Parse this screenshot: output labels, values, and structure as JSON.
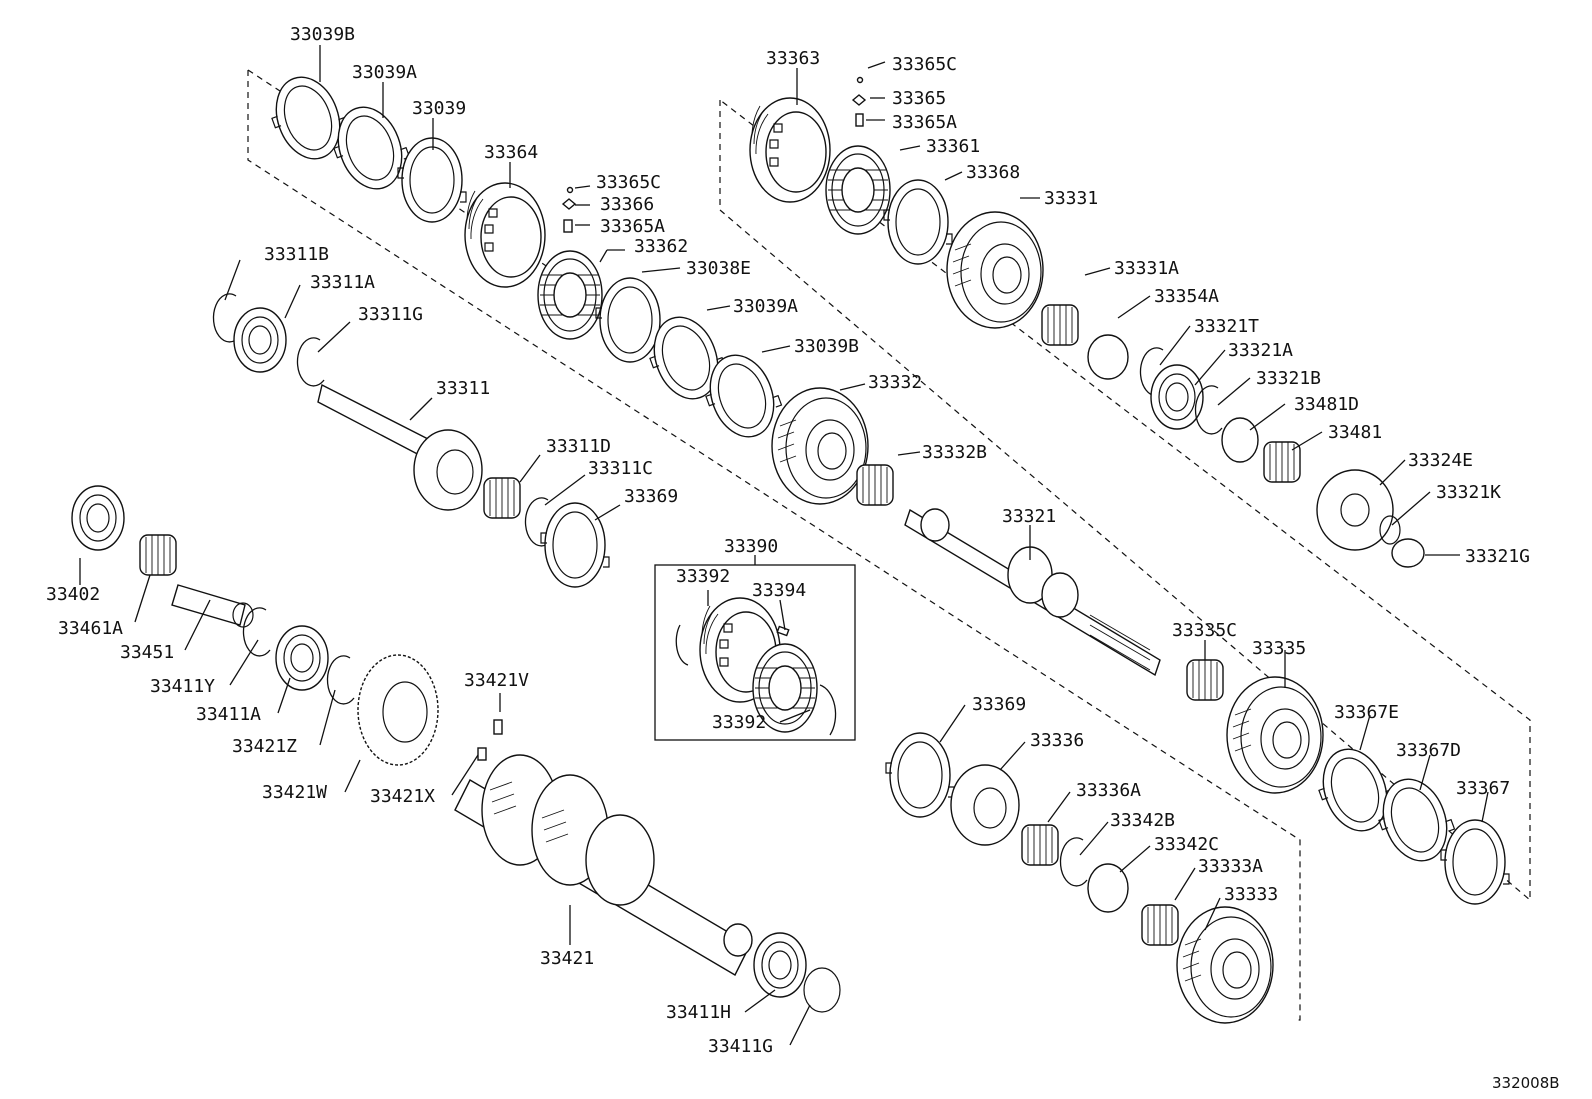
{
  "diagram": {
    "doc_code": "332008B",
    "labels": [
      {
        "id": "33039B_a",
        "text": "33039B"
      },
      {
        "id": "33039A_a",
        "text": "33039A"
      },
      {
        "id": "33039",
        "text": "33039"
      },
      {
        "id": "33364",
        "text": "33364"
      },
      {
        "id": "33365C_a",
        "text": "33365C"
      },
      {
        "id": "33366",
        "text": "33366"
      },
      {
        "id": "33365A_a",
        "text": "33365A"
      },
      {
        "id": "33362",
        "text": "33362"
      },
      {
        "id": "33038E",
        "text": "33038E"
      },
      {
        "id": "33039A_b",
        "text": "33039A"
      },
      {
        "id": "33039B_b",
        "text": "33039B"
      },
      {
        "id": "33332",
        "text": "33332"
      },
      {
        "id": "33332B",
        "text": "33332B"
      },
      {
        "id": "33363",
        "text": "33363"
      },
      {
        "id": "33365C_b",
        "text": "33365C"
      },
      {
        "id": "33365",
        "text": "33365"
      },
      {
        "id": "33365A_b",
        "text": "33365A"
      },
      {
        "id": "33361",
        "text": "33361"
      },
      {
        "id": "33368",
        "text": "33368"
      },
      {
        "id": "33331",
        "text": "33331"
      },
      {
        "id": "33331A",
        "text": "33331A"
      },
      {
        "id": "33354A",
        "text": "33354A"
      },
      {
        "id": "33321T",
        "text": "33321T"
      },
      {
        "id": "33321A",
        "text": "33321A"
      },
      {
        "id": "33321B",
        "text": "33321B"
      },
      {
        "id": "33481D",
        "text": "33481D"
      },
      {
        "id": "33481",
        "text": "33481"
      },
      {
        "id": "33324E",
        "text": "33324E"
      },
      {
        "id": "33321K",
        "text": "33321K"
      },
      {
        "id": "33321G",
        "text": "33321G"
      },
      {
        "id": "33321",
        "text": "33321"
      },
      {
        "id": "33311B",
        "text": "33311B"
      },
      {
        "id": "33311A",
        "text": "33311A"
      },
      {
        "id": "33311G",
        "text": "33311G"
      },
      {
        "id": "33311",
        "text": "33311"
      },
      {
        "id": "33311D",
        "text": "33311D"
      },
      {
        "id": "33311C",
        "text": "33311C"
      },
      {
        "id": "33369_a",
        "text": "33369"
      },
      {
        "id": "33390",
        "text": "33390"
      },
      {
        "id": "33392_a",
        "text": "33392"
      },
      {
        "id": "33394",
        "text": "33394"
      },
      {
        "id": "33392_b",
        "text": "33392"
      },
      {
        "id": "33402",
        "text": "33402"
      },
      {
        "id": "33461A",
        "text": "33461A"
      },
      {
        "id": "33451",
        "text": "33451"
      },
      {
        "id": "33411Y",
        "text": "33411Y"
      },
      {
        "id": "33411A",
        "text": "33411A"
      },
      {
        "id": "33421Z",
        "text": "33421Z"
      },
      {
        "id": "33421W",
        "text": "33421W"
      },
      {
        "id": "33421V",
        "text": "33421V"
      },
      {
        "id": "33421X",
        "text": "33421X"
      },
      {
        "id": "33421",
        "text": "33421"
      },
      {
        "id": "33411H",
        "text": "33411H"
      },
      {
        "id": "33411G",
        "text": "33411G"
      },
      {
        "id": "33369_b",
        "text": "33369"
      },
      {
        "id": "33336",
        "text": "33336"
      },
      {
        "id": "33336A",
        "text": "33336A"
      },
      {
        "id": "33342B",
        "text": "33342B"
      },
      {
        "id": "33342C",
        "text": "33342C"
      },
      {
        "id": "33333A",
        "text": "33333A"
      },
      {
        "id": "33333",
        "text": "33333"
      },
      {
        "id": "33335C",
        "text": "33335C"
      },
      {
        "id": "33335",
        "text": "33335"
      },
      {
        "id": "33367E",
        "text": "33367E"
      },
      {
        "id": "33367D",
        "text": "33367D"
      },
      {
        "id": "33367",
        "text": "33367"
      }
    ]
  }
}
